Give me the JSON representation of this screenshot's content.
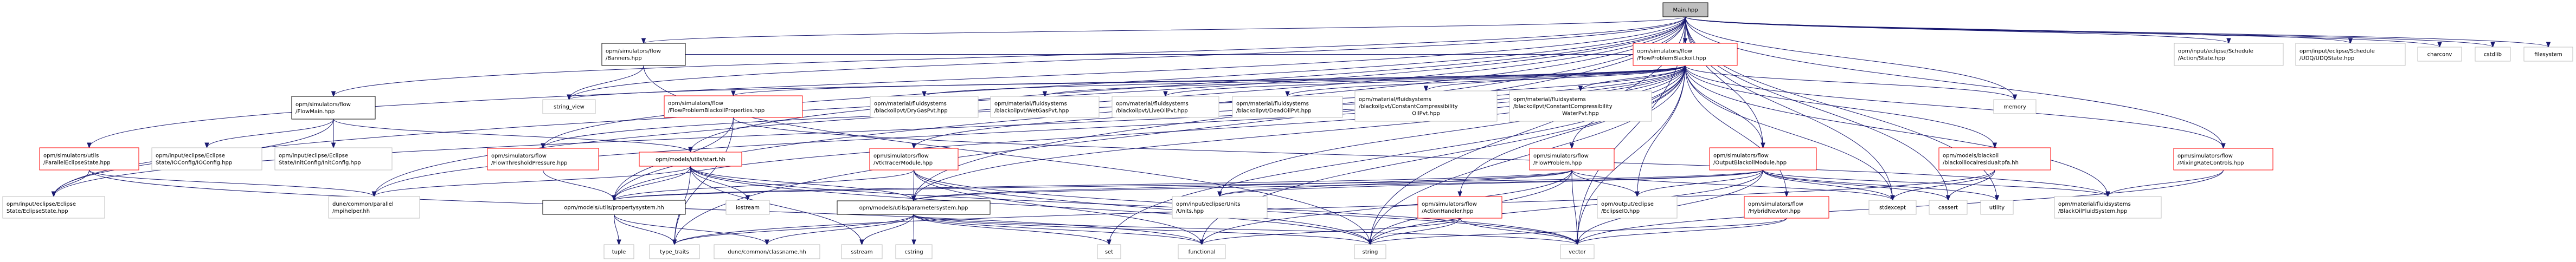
{
  "title": "Main.hpp include dependency graph",
  "colors": {
    "edge": "#191970",
    "root_fill": "#bfbfbf",
    "red_border": "#ff0000",
    "ext_border": "#bfbfbf"
  },
  "nodes": [
    {
      "id": "main",
      "lines": [
        "Main.hpp"
      ],
      "kind": "root"
    },
    {
      "id": "fpb",
      "lines": [
        "opm/simulators/flow",
        "/FlowProblemBlackoil.hpp"
      ],
      "kind": "red"
    },
    {
      "id": "flowmain",
      "lines": [
        "opm/simulators/flow",
        "/FlowMain.hpp"
      ],
      "kind": "doc"
    },
    {
      "id": "banners",
      "lines": [
        "opm/simulators/flow",
        "/Banners.hpp"
      ],
      "kind": "doc"
    },
    {
      "id": "pes",
      "lines": [
        "opm/simulators/utils",
        "/ParallelEclipseState.hpp"
      ],
      "kind": "red"
    },
    {
      "id": "ioconfig",
      "lines": [
        "opm/input/eclipse/Eclipse",
        "State/IOConfig/IOConfig.hpp"
      ],
      "kind": "ext"
    },
    {
      "id": "initconfig",
      "lines": [
        "opm/input/eclipse/Eclipse",
        "State/InitConfig/InitConfig.hpp"
      ],
      "kind": "ext"
    },
    {
      "id": "eclstate",
      "lines": [
        "opm/input/eclipse/Eclipse",
        "State/EclipseState.hpp"
      ],
      "kind": "ext"
    },
    {
      "id": "mpihelper",
      "lines": [
        "dune/common/parallel",
        "/mpihelper.hh"
      ],
      "kind": "ext"
    },
    {
      "id": "stringview",
      "lines": [
        "string_view"
      ],
      "kind": "ext"
    },
    {
      "id": "fpbprops",
      "lines": [
        "opm/simulators/flow",
        "/FlowProblemBlackoilProperties.hpp"
      ],
      "kind": "red"
    },
    {
      "id": "ftp",
      "lines": [
        "opm/simulators/flow",
        "/FlowThresholdPressure.hpp"
      ],
      "kind": "red"
    },
    {
      "id": "start",
      "lines": [
        "opm/models/utils/start.hh"
      ],
      "kind": "red"
    },
    {
      "id": "propsys",
      "lines": [
        "opm/models/utils/propertysystem.hh"
      ],
      "kind": "doc"
    },
    {
      "id": "iostream",
      "lines": [
        "iostream"
      ],
      "kind": "ext"
    },
    {
      "id": "tuple",
      "lines": [
        "tuple"
      ],
      "kind": "ext"
    },
    {
      "id": "typetraits",
      "lines": [
        "type_traits"
      ],
      "kind": "ext"
    },
    {
      "id": "classname",
      "lines": [
        "dune/common/classname.hh"
      ],
      "kind": "ext"
    },
    {
      "id": "sstream",
      "lines": [
        "sstream"
      ],
      "kind": "ext"
    },
    {
      "id": "cstring",
      "lines": [
        "cstring"
      ],
      "kind": "ext"
    },
    {
      "id": "paramsys",
      "lines": [
        "opm/models/utils/parametersystem.hpp"
      ],
      "kind": "doc"
    },
    {
      "id": "vtktracer",
      "lines": [
        "opm/simulators/flow",
        "/VtkTracerModule.hpp"
      ],
      "kind": "red"
    },
    {
      "id": "drygas",
      "lines": [
        "opm/material/fluidsystems",
        "/blackoilpvt/DryGasPvt.hpp"
      ],
      "kind": "ext"
    },
    {
      "id": "wetgas",
      "lines": [
        "opm/material/fluidsystems",
        "/blackoilpvt/WetGasPvt.hpp"
      ],
      "kind": "ext"
    },
    {
      "id": "liveoil",
      "lines": [
        "opm/material/fluidsystems",
        "/blackoilpvt/LiveOilPvt.hpp"
      ],
      "kind": "ext"
    },
    {
      "id": "deadoil",
      "lines": [
        "opm/material/fluidsystems",
        "/blackoilpvt/DeadOilPvt.hpp"
      ],
      "kind": "ext"
    },
    {
      "id": "ccoil",
      "lines": [
        "opm/material/fluidsystems",
        "/blackoilpvt/ConstantCompressibility",
        "OilPvt.hpp"
      ],
      "kind": "ext"
    },
    {
      "id": "ccwater",
      "lines": [
        "opm/material/fluidsystems",
        "/blackoilpvt/ConstantCompressibility",
        "WaterPvt.hpp"
      ],
      "kind": "ext"
    },
    {
      "id": "units",
      "lines": [
        "opm/input/eclipse/Units",
        "/Units.hpp"
      ],
      "kind": "ext"
    },
    {
      "id": "set",
      "lines": [
        "set"
      ],
      "kind": "ext"
    },
    {
      "id": "functional",
      "lines": [
        "functional"
      ],
      "kind": "ext"
    },
    {
      "id": "string",
      "lines": [
        "string"
      ],
      "kind": "ext"
    },
    {
      "id": "actionhandler",
      "lines": [
        "opm/simulators/flow",
        "/ActionHandler.hpp"
      ],
      "kind": "red"
    },
    {
      "id": "flowproblem",
      "lines": [
        "opm/simulators/flow",
        "/FlowProblem.hpp"
      ],
      "kind": "red"
    },
    {
      "id": "eclipseio",
      "lines": [
        "opm/output/eclipse",
        "/EclipseIO.hpp"
      ],
      "kind": "ext"
    },
    {
      "id": "vector",
      "lines": [
        "vector"
      ],
      "kind": "ext"
    },
    {
      "id": "outputbo",
      "lines": [
        "opm/simulators/flow",
        "/OutputBlackoilModule.hpp"
      ],
      "kind": "red"
    },
    {
      "id": "hybridnewton",
      "lines": [
        "opm/simulators/flow",
        "/HybridNewton.hpp"
      ],
      "kind": "red"
    },
    {
      "id": "memory",
      "lines": [
        "memory"
      ],
      "kind": "ext"
    },
    {
      "id": "stdexcept",
      "lines": [
        "stdexcept"
      ],
      "kind": "ext"
    },
    {
      "id": "cassert",
      "lines": [
        "cassert"
      ],
      "kind": "ext"
    },
    {
      "id": "utility",
      "lines": [
        "utility"
      ],
      "kind": "ext"
    },
    {
      "id": "bolrtpfa",
      "lines": [
        "opm/models/blackoil",
        "/blackoillocalresidualtpfa.hh"
      ],
      "kind": "red"
    },
    {
      "id": "bofs",
      "lines": [
        "opm/material/fluidsystems",
        "/BlackOilFluidSystem.hpp"
      ],
      "kind": "ext"
    },
    {
      "id": "mixing",
      "lines": [
        "opm/simulators/flow",
        "/MixingRateControls.hpp"
      ],
      "kind": "red"
    },
    {
      "id": "actionstate",
      "lines": [
        "opm/input/eclipse/Schedule",
        "/Action/State.hpp"
      ],
      "kind": "ext"
    },
    {
      "id": "udqstate",
      "lines": [
        "opm/input/eclipse/Schedule",
        "/UDQ/UDQState.hpp"
      ],
      "kind": "ext"
    },
    {
      "id": "charconv",
      "lines": [
        "charconv"
      ],
      "kind": "ext"
    },
    {
      "id": "cstdlib",
      "lines": [
        "cstdlib"
      ],
      "kind": "ext"
    },
    {
      "id": "filesystem",
      "lines": [
        "filesystem"
      ],
      "kind": "ext"
    }
  ],
  "edges": [
    [
      "main",
      "fpb"
    ],
    [
      "main",
      "flowmain"
    ],
    [
      "main",
      "banners"
    ],
    [
      "main",
      "pes"
    ],
    [
      "main",
      "eclstate"
    ],
    [
      "main",
      "mpihelper"
    ],
    [
      "main",
      "stringview"
    ],
    [
      "main",
      "propsys"
    ],
    [
      "main",
      "paramsys"
    ],
    [
      "main",
      "typetraits"
    ],
    [
      "main",
      "start"
    ],
    [
      "main",
      "ftp"
    ],
    [
      "main",
      "memory"
    ],
    [
      "main",
      "stdexcept"
    ],
    [
      "main",
      "string"
    ],
    [
      "main",
      "vector"
    ],
    [
      "main",
      "actionstate"
    ],
    [
      "main",
      "udqstate"
    ],
    [
      "main",
      "charconv"
    ],
    [
      "main",
      "cstdlib"
    ],
    [
      "main",
      "filesystem"
    ],
    [
      "main",
      "outputbo"
    ],
    [
      "main",
      "mixing"
    ],
    [
      "main",
      "utility"
    ],
    [
      "main",
      "cassert"
    ],
    [
      "flowmain",
      "eclstate"
    ],
    [
      "flowmain",
      "ioconfig"
    ],
    [
      "flowmain",
      "initconfig"
    ],
    [
      "flowmain",
      "start"
    ],
    [
      "pes",
      "eclstate"
    ],
    [
      "pes",
      "mpihelper"
    ],
    [
      "pes",
      "functional"
    ],
    [
      "banners",
      "stringview"
    ],
    [
      "banners",
      "string"
    ],
    [
      "fpb",
      "banners"
    ],
    [
      "fpb",
      "stringview"
    ],
    [
      "fpb",
      "fpbprops"
    ],
    [
      "fpb",
      "ftp"
    ],
    [
      "fpb",
      "vtktracer"
    ],
    [
      "fpb",
      "drygas"
    ],
    [
      "fpb",
      "wetgas"
    ],
    [
      "fpb",
      "liveoil"
    ],
    [
      "fpb",
      "deadoil"
    ],
    [
      "fpb",
      "ccoil"
    ],
    [
      "fpb",
      "ccwater"
    ],
    [
      "fpb",
      "flowproblem"
    ],
    [
      "fpb",
      "actionhandler"
    ],
    [
      "fpb",
      "eclipseio"
    ],
    [
      "fpb",
      "outputbo"
    ],
    [
      "fpb",
      "hybridnewton"
    ],
    [
      "fpb",
      "memory"
    ],
    [
      "fpb",
      "stdexcept"
    ],
    [
      "fpb",
      "bolrtpfa"
    ],
    [
      "fpb",
      "bofs"
    ],
    [
      "fpb",
      "mixing"
    ],
    [
      "fpb",
      "propsys"
    ],
    [
      "fpb",
      "paramsys"
    ],
    [
      "fpb",
      "units"
    ],
    [
      "fpb",
      "string"
    ],
    [
      "fpb",
      "vector"
    ],
    [
      "fpb",
      "functional"
    ],
    [
      "fpb",
      "set"
    ],
    [
      "fpb",
      "eclstate"
    ],
    [
      "fpb",
      "mpihelper"
    ],
    [
      "fpbprops",
      "propsys"
    ],
    [
      "fpbprops",
      "typetraits"
    ],
    [
      "fpbprops",
      "bofs"
    ],
    [
      "ftp",
      "propsys"
    ],
    [
      "start",
      "propsys"
    ],
    [
      "start",
      "iostream"
    ],
    [
      "start",
      "paramsys"
    ],
    [
      "start",
      "sstream"
    ],
    [
      "start",
      "string"
    ],
    [
      "start",
      "vector"
    ],
    [
      "start",
      "typetraits"
    ],
    [
      "start",
      "mpihelper"
    ],
    [
      "propsys",
      "tuple"
    ],
    [
      "propsys",
      "typetraits"
    ],
    [
      "propsys",
      "classname"
    ],
    [
      "paramsys",
      "typetraits"
    ],
    [
      "paramsys",
      "classname"
    ],
    [
      "paramsys",
      "sstream"
    ],
    [
      "paramsys",
      "cstring"
    ],
    [
      "paramsys",
      "set"
    ],
    [
      "paramsys",
      "functional"
    ],
    [
      "paramsys",
      "string"
    ],
    [
      "paramsys",
      "vector"
    ],
    [
      "vtktracer",
      "paramsys"
    ],
    [
      "vtktracer",
      "propsys"
    ],
    [
      "vtktracer",
      "string"
    ],
    [
      "vtktracer",
      "vector"
    ],
    [
      "vtktracer",
      "functional"
    ],
    [
      "flowproblem",
      "eclipseio"
    ],
    [
      "flowproblem",
      "vector"
    ],
    [
      "flowproblem",
      "string"
    ],
    [
      "flowproblem",
      "propsys"
    ],
    [
      "flowproblem",
      "paramsys"
    ],
    [
      "flowproblem",
      "functional"
    ],
    [
      "flowproblem",
      "units"
    ],
    [
      "flowproblem",
      "stdexcept"
    ],
    [
      "actionhandler",
      "string"
    ],
    [
      "actionhandler",
      "vector"
    ],
    [
      "actionhandler",
      "functional"
    ],
    [
      "outputbo",
      "eclipseio"
    ],
    [
      "outputbo",
      "stdexcept"
    ],
    [
      "outputbo",
      "cassert"
    ],
    [
      "outputbo",
      "utility"
    ],
    [
      "outputbo",
      "bofs"
    ],
    [
      "outputbo",
      "string"
    ],
    [
      "outputbo",
      "vector"
    ],
    [
      "outputbo",
      "units"
    ],
    [
      "outputbo",
      "paramsys"
    ],
    [
      "outputbo",
      "propsys"
    ],
    [
      "hybridnewton",
      "string"
    ],
    [
      "hybridnewton",
      "vector"
    ],
    [
      "bolrtpfa",
      "stdexcept"
    ],
    [
      "bolrtpfa",
      "cassert"
    ],
    [
      "bolrtpfa",
      "typetraits"
    ],
    [
      "mixing",
      "bofs"
    ],
    [
      "mixing",
      "vector"
    ]
  ]
}
